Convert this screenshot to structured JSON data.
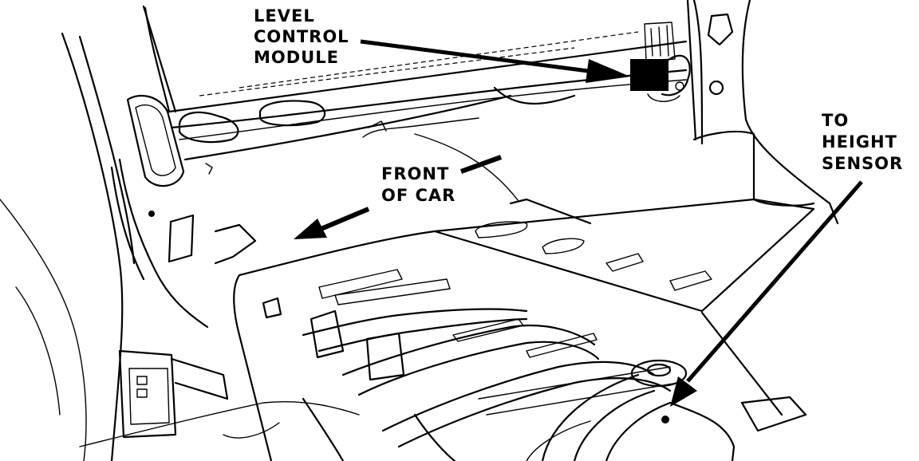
{
  "labels": {
    "module": [
      "LEVEL",
      "CONTROL",
      "MODULE"
    ],
    "front": [
      "FRONT",
      "OF CAR"
    ],
    "sensor": [
      "TO",
      "HEIGHT",
      "SENSOR"
    ]
  },
  "colors": {
    "ink": "#000000",
    "paper": "#ffffff"
  }
}
